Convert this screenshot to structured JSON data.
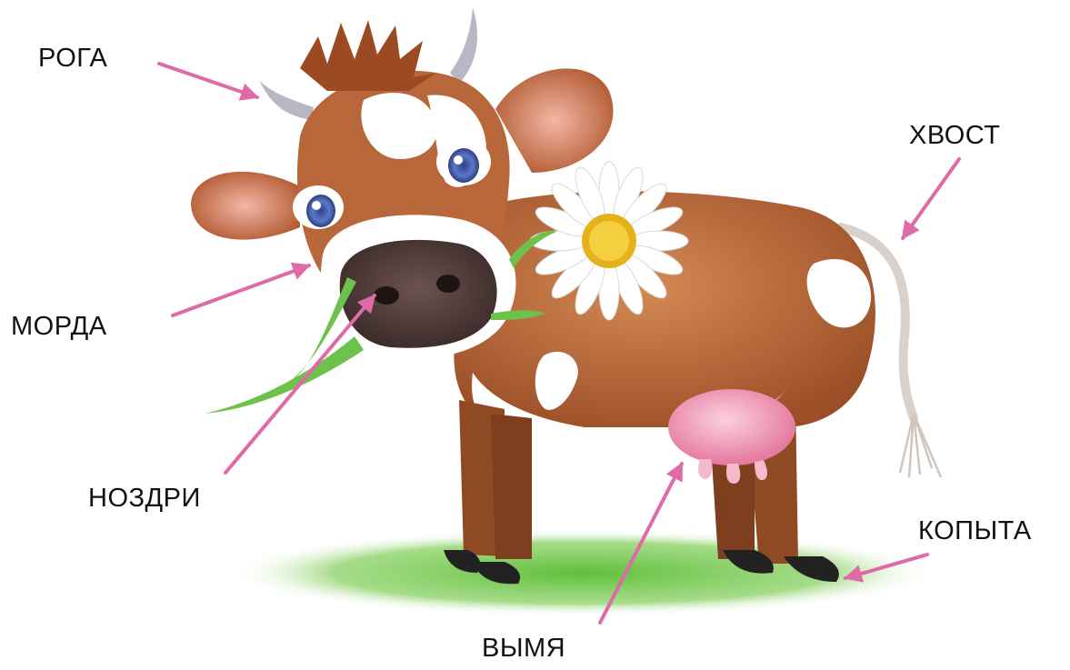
{
  "labels": {
    "horns": "РОГА",
    "muzzle": "МОРДА",
    "nostrils": "НОЗДРИ",
    "udder": "ВЫМЯ",
    "tail": "ХВОСТ",
    "hooves": "КОПЫТА"
  },
  "colors": {
    "arrow": "#e06aa8",
    "text": "#111111",
    "cow_body": "#b96a3c",
    "cow_white": "#ffffff",
    "udder": "#f2a3be",
    "grass": "#6cc24a"
  }
}
